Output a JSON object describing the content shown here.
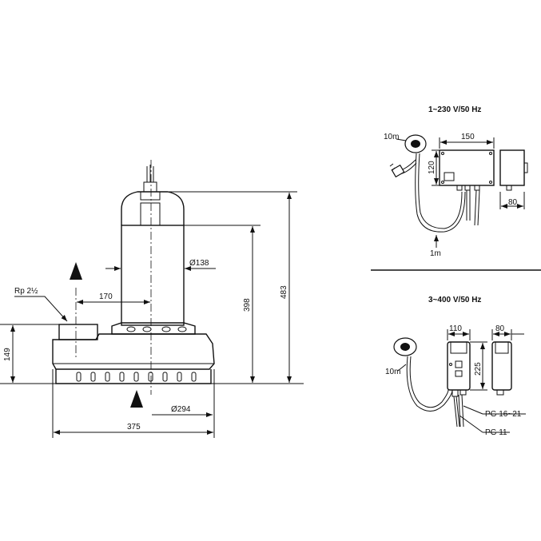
{
  "headings": {
    "single_phase": "1~230 V/50 Hz",
    "three_phase": "3~400 V/50 Hz"
  },
  "pump_dims": {
    "height_total": "483",
    "height_motor": "398",
    "height_outlet": "149",
    "diameter_motor": "Ø138",
    "diameter_base": "Ø294",
    "width_base": "375",
    "outlet_offset": "170",
    "outlet_thread": "Rp 2½"
  },
  "single_phase_box": {
    "cable_float": "10m",
    "cable_supply": "1m",
    "width": "150",
    "height": "120",
    "depth": "80"
  },
  "three_phase_box": {
    "cable_float": "10m",
    "width": "110",
    "height": "225",
    "depth": "80",
    "gland_large": "PG 16~21",
    "gland_small": "PG 11"
  }
}
